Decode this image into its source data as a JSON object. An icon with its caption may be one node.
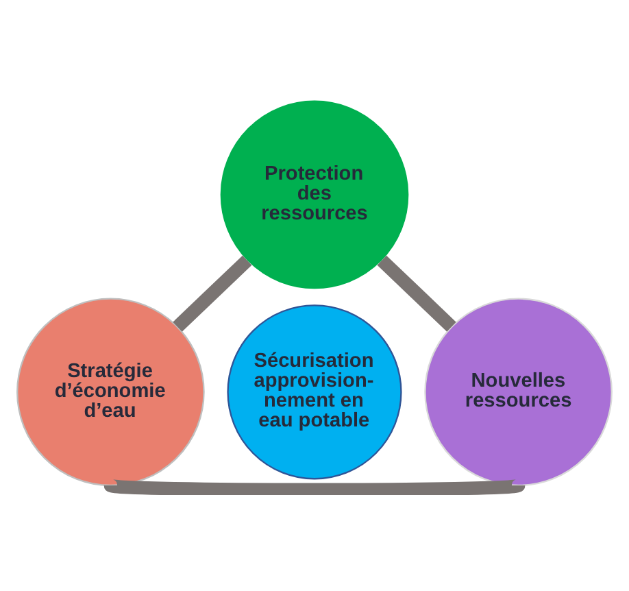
{
  "diagram": {
    "nodes": [
      {
        "text": [
          "Protection des ressources"
        ]
      },
      {
        "text": [
          "Sécurisation approvision-nement en eau potable"
        ]
      },
      {
        "text": [
          "Stratégie d’économie d’eau"
        ]
      },
      {
        "text": [
          "Nouvelles ressources"
        ]
      }
    ],
    "edges": [
      {
        "from": 0,
        "to": 3,
        "arrow": "none"
      },
      {
        "from": 2,
        "to": 3,
        "arrow": "none"
      },
      {
        "from": 0,
        "to": 2,
        "arrow": "none"
      }
    ]
  }
}
